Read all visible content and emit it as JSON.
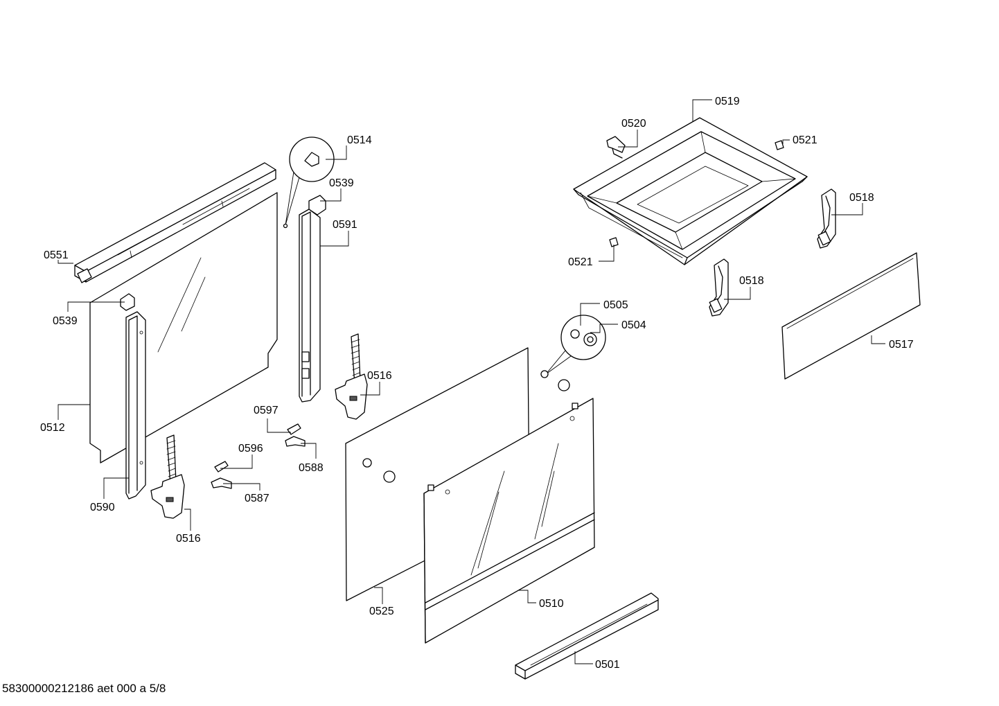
{
  "diagram": {
    "footer": "58300000212186 aet 000 a 5/8",
    "labels": {
      "l0519": "0519",
      "l0520": "0520",
      "l0521a": "0521",
      "l0521b": "0521",
      "l0518a": "0518",
      "l0518b": "0518",
      "l0517": "0517",
      "l0514": "0514",
      "l0539a": "0539",
      "l0591": "0591",
      "l0551": "0551",
      "l0539b": "0539",
      "l0512": "0512",
      "l0590": "0590",
      "l0516a": "0516",
      "l0516b": "0516",
      "l0597": "0597",
      "l0588": "0588",
      "l0596": "0596",
      "l0587": "0587",
      "l0505": "0505",
      "l0504": "0504",
      "l0525": "0525",
      "l0510": "0510",
      "l0501": "0501"
    }
  }
}
